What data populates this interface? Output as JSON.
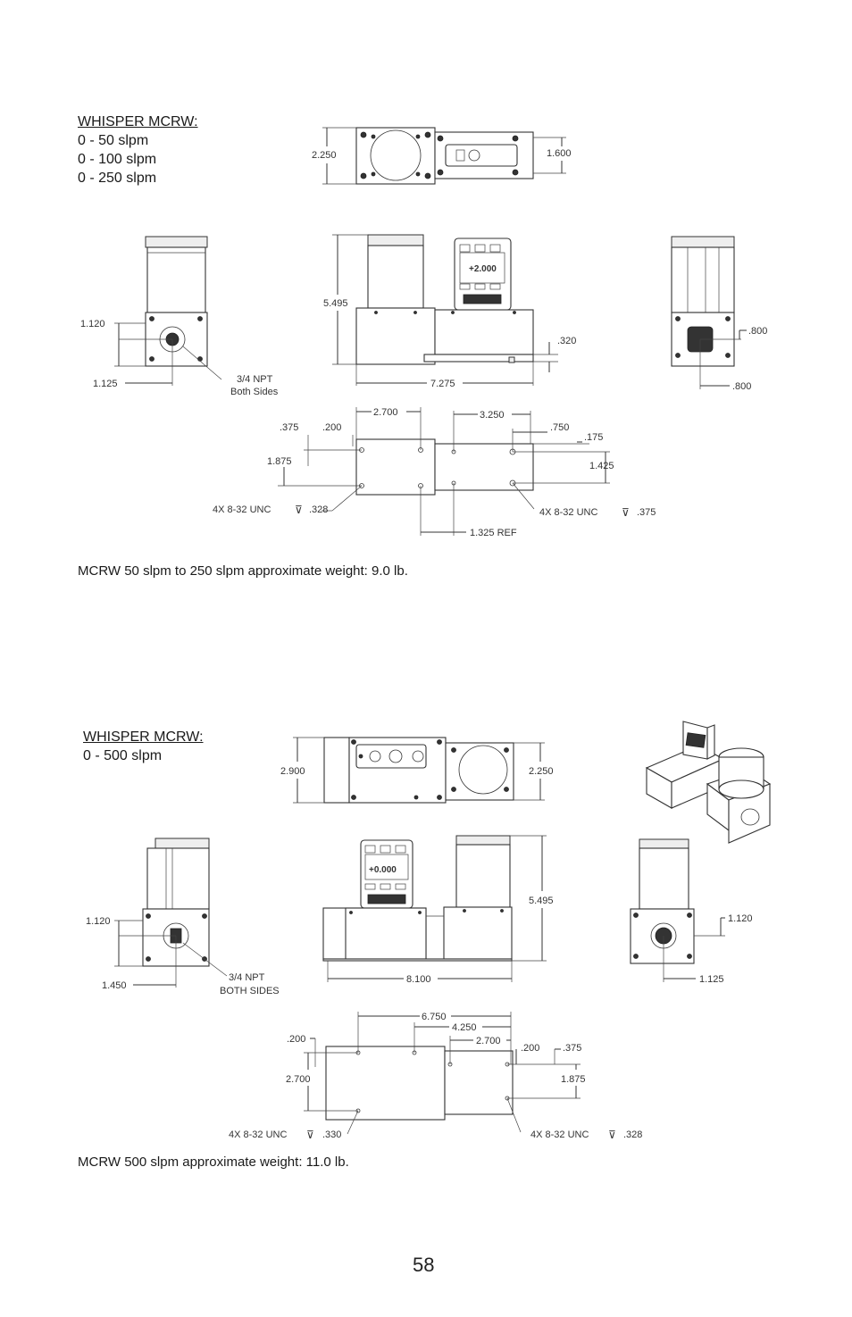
{
  "section1": {
    "title": "WHISPER MCRW:",
    "ranges": [
      "0 - 50 slpm",
      "0 - 100 slpm",
      "0 - 250 slpm"
    ],
    "dims": {
      "top_height": "2.250",
      "top_display_height": "1.600",
      "side_port_height": "1.120",
      "side_port_offset": "1.125",
      "npt_label": "3/4  NPT",
      "npt_sub": "Both Sides",
      "front_height": "5.495",
      "front_length": "7.275",
      "front_foot": ".320",
      "right_port_a": ".800",
      "right_port_b": ".800",
      "bottom_2700": "2.700",
      "bottom_3250": "3.250",
      "bottom_375": ".375",
      "bottom_200": ".200",
      "bottom_750": ".750",
      "bottom_175": ".175",
      "bottom_1875": "1.875",
      "bottom_1425": "1.425",
      "thread_left": "4X 8-32 UNC",
      "thread_left_depth": ".328",
      "thread_right": "4X 8-32 UNC",
      "thread_right_depth": ".375",
      "bottom_ref": "1.325 REF"
    },
    "weight_note": "MCRW 50 slpm to 250 slpm approximate weight: 9.0 lb."
  },
  "section2": {
    "title": "WHISPER MCRW:",
    "ranges": [
      "0 - 500 slpm"
    ],
    "dims": {
      "top_height": "2.900",
      "top_height_right": "2.250",
      "side_port_height": "1.120",
      "side_port_offset": "1.450",
      "npt_label": "3/4  NPT",
      "npt_sub": "BOTH SIDES",
      "front_height": "5.495",
      "front_length": "8.100",
      "right_port_height": "1.120",
      "right_port_offset": "1.125",
      "bottom_6750": "6.750",
      "bottom_4250": "4.250",
      "bottom_2700a": "2.700",
      "bottom_200a": ".200",
      "bottom_200b": ".200",
      "bottom_375": ".375",
      "bottom_2700b": "2.700",
      "bottom_1875": "1.875",
      "thread_left": "4X 8-32 UNC",
      "thread_left_depth": ".330",
      "thread_right": "4X 8-32 UNC",
      "thread_right_depth": ".328"
    },
    "weight_note": "MCRW 500 slpm approximate weight: 11.0 lb."
  },
  "page_number": "58"
}
